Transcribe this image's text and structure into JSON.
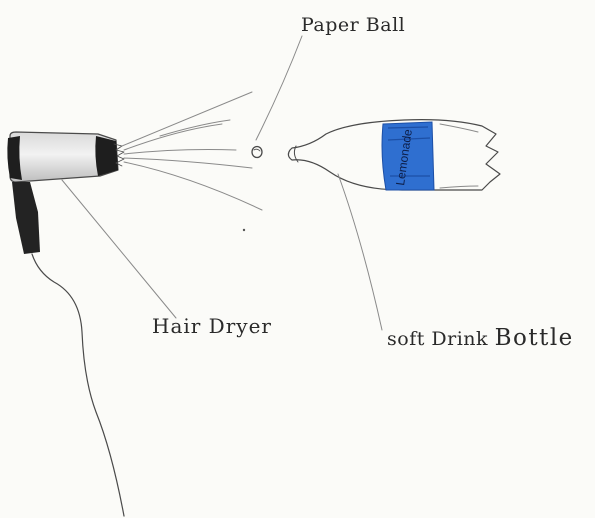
{
  "labels": {
    "paper_ball": "Paper Ball",
    "hair_dryer": "Hair Dryer",
    "bottle_lead": "soft Drink",
    "bottle_tail": "Bottle"
  },
  "bottle_label_text": "Lemonade",
  "colors": {
    "paper": "#fbfbf8",
    "pencil": "#4a4a4a",
    "bottle_label_blue": "#2f6fd0",
    "dryer_dark": "#1e1e1e"
  },
  "icons": {
    "hair_dryer": "hair-dryer-icon",
    "paper_ball": "paper-ball-icon",
    "bottle": "soft-drink-bottle-icon"
  }
}
